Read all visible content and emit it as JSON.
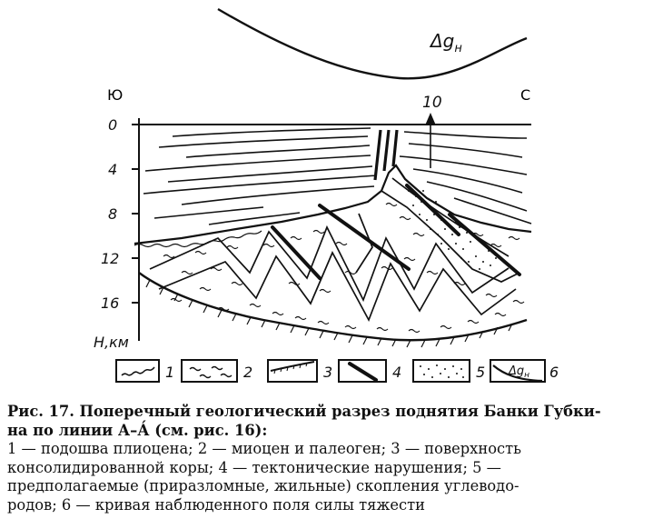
{
  "figure": {
    "curve_label": "Δg",
    "curve_label_sub": "н",
    "dir_south": "Ю",
    "dir_north": "С",
    "marker_label": "10",
    "depth_ticks": [
      "0",
      "4",
      "8",
      "12",
      "16"
    ],
    "depth_axis_label": "H,км",
    "legend": [
      {
        "num": "1",
        "icon": "wavy-boundary-icon"
      },
      {
        "num": "2",
        "icon": "tilde-pattern-icon"
      },
      {
        "num": "3",
        "icon": "hatched-surface-icon"
      },
      {
        "num": "4",
        "icon": "fault-line-icon"
      },
      {
        "num": "5",
        "icon": "dotted-fill-icon"
      },
      {
        "num": "6",
        "icon": "gravity-curve-icon",
        "label": "Δg",
        "label_sub": "н"
      }
    ]
  },
  "caption": {
    "title_line1": "Рис. 17. Поперечный геологический разрез поднятия Банки Губки-",
    "title_line2": "на по линии А–А́ (см. рис. 16):",
    "lines": [
      "1 — подошва плиоцена; 2 — миоцен и палеоген; 3 — поверхность",
      "консолидированной коры; 4 — тектонические нарушения; 5 —",
      "предполагаемые (приразломные, жильные) скопления углеводо-",
      "родов; 6 — кривая наблюденного поля силы тяжести"
    ]
  }
}
